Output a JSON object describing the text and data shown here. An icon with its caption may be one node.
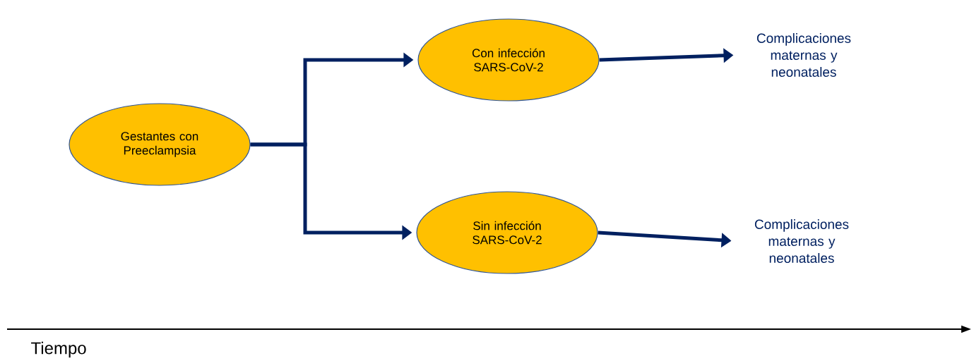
{
  "diagram": {
    "nodes": [
      {
        "text": [
          "Gestantes con Preeclampsia"
        ]
      },
      {
        "text": [
          "Con infección SARS-CoV-2"
        ]
      },
      {
        "text": [
          "Sin infección SARS-CoV-2"
        ]
      },
      {
        "text": [
          "Complicaciones maternas y neonatales"
        ]
      },
      {
        "text": [
          "Complicaciones maternas y neonatales"
        ]
      }
    ],
    "edges": [
      {
        "from": 0,
        "to": 1,
        "arrow": "to"
      },
      {
        "from": 0,
        "to": 2,
        "arrow": "to"
      },
      {
        "from": 1,
        "to": 3,
        "arrow": "to"
      },
      {
        "from": 2,
        "to": 4,
        "arrow": "to"
      }
    ],
    "labels": [
      "Tiempo"
    ]
  }
}
